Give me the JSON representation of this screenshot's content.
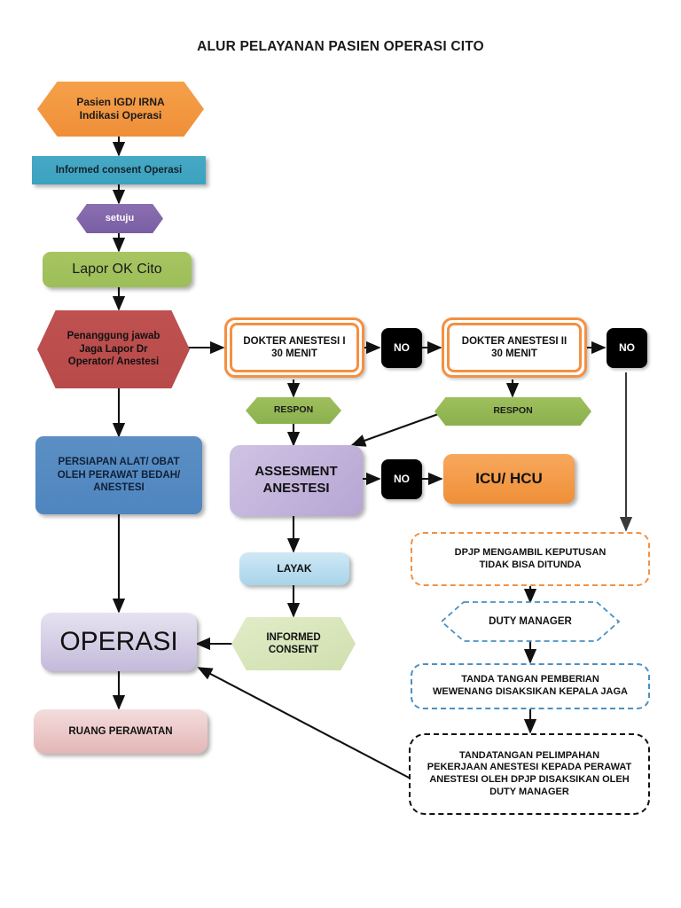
{
  "title": "ALUR PELAYANAN PASIEN OPERASI CITO",
  "nodes": {
    "pasien_igd": "Pasien IGD/ IRNA\nIndikasi Operasi",
    "informed_consent_operasi": "Informed consent Operasi",
    "setuju": "setuju",
    "lapor_ok_cito": "Lapor OK Cito",
    "penanggung_jawab": "Penanggung jawab\nJaga Lapor Dr\nOperator/ Anestesi",
    "persiapan_alat": "PERSIAPAN ALAT/ OBAT\nOLEH PERAWAT BEDAH/\nANESTESI",
    "dokter_anestesi_1": "DOKTER ANESTESI I\n30 MENIT",
    "no_1": "NO",
    "dokter_anestesi_2": "DOKTER ANESTESI  II\n30 MENIT",
    "no_2": "NO",
    "respon_1": "RESPON",
    "respon_2": "RESPON",
    "assesment_anestesi": "ASSESMENT\nANESTESI",
    "no_3": "NO",
    "icu_hcu": "ICU/ HCU",
    "layak": "LAYAK",
    "informed_consent": "INFORMED\nCONSENT",
    "operasi": "OPERASI",
    "ruang_perawatan": "RUANG PERAWATAN",
    "dpjp_keputusan": "DPJP MENGAMBIL KEPUTUSAN\nTIDAK BISA DITUNDA",
    "duty_manager": "DUTY MANAGER",
    "tanda_tangan_pemberian": "TANDA TANGAN PEMBERIAN\nWEWENANG DISAKSIKAN KEPALA JAGA",
    "tandatangan_pelimpahan": "TANDATANGAN PELIMPAHAN\nPEKERJAAN ANESTESI KEPADA PERAWAT\nANESTESI OLEH DPJP DISAKSIKAN OLEH\nDUTY MANAGER"
  },
  "colors": {
    "orange": "#ef8f38",
    "teal": "#3ba2bf",
    "purple": "#7a5ea4",
    "green": "#9dbe58",
    "red": "#b84a4a",
    "blue": "#4f86bf",
    "olive": "#8cb04e",
    "lavender": "#b6a5d4",
    "black": "#000000",
    "pink": "#e3b6b6",
    "lightblue": "#a8d4ea",
    "dash_orange": "#f49042",
    "dash_blue": "#4a90c4",
    "dash_black": "#111111"
  }
}
